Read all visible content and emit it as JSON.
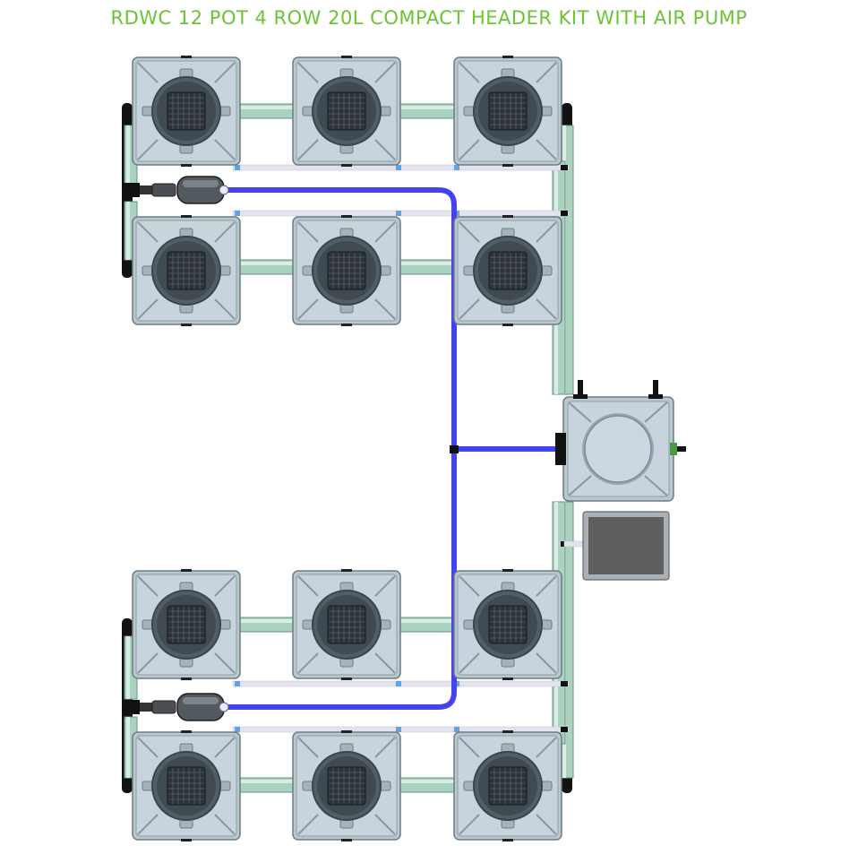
{
  "title": "RDWC 12 POT 4 ROW 20L COMPACT HEADER KIT WITH AIR PUMP",
  "colors": {
    "title": "#6cc334",
    "pot_body": "#b9c7cf",
    "pot_edge": "#6e7c84",
    "pot_dark": "#3f4a52",
    "net_mesh": "#2c3238",
    "pipe_green": "#a9d2bf",
    "pipe_edge": "#6c8e80",
    "air_line": "#4444ee",
    "drip_line": "#e3e3ef",
    "drip_tip": "#5fa2e6",
    "control_lid": "#cbd7e0",
    "pump_body": "#5f5f5f",
    "fitting": "#111111"
  },
  "icons": [
    "pot-icon",
    "net-pot-icon",
    "control-bucket-icon",
    "air-pump-icon",
    "air-stone-icon",
    "grommet-icon"
  ],
  "layout": {
    "pots": 12,
    "rows": 4,
    "pots_per_row": 3,
    "control_buckets": 1,
    "air_pumps": 1
  }
}
